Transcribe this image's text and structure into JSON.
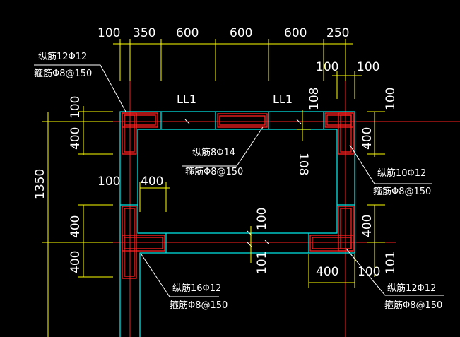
{
  "colors": {
    "background": "#000000",
    "wall": "#00e5e5",
    "rebar": "#ff2020",
    "axis": "#ff2020",
    "dimension": "#ffff00",
    "text": "#ffffff"
  },
  "top_dims": [
    "100",
    "350",
    "600",
    "600",
    "600",
    "250"
  ],
  "right_top_dims": [
    "100",
    "100"
  ],
  "beam_labels": [
    "LL1",
    "LL1"
  ],
  "left_dims": [
    "100",
    "400",
    "1350",
    "400",
    "400"
  ],
  "inner_dims": [
    "100",
    "400"
  ],
  "right_dims": [
    "100",
    "400",
    "400",
    "101"
  ],
  "center_dims": [
    "108",
    "100",
    "101"
  ],
  "bottom_dims": [
    "400",
    "100"
  ],
  "notes": {
    "top_left": {
      "long": "纵筋12Φ12",
      "stirrup": "箍筋Φ8@150"
    },
    "center": {
      "long": "纵筋8Φ14",
      "stirrup": "箍筋Φ8@150"
    },
    "right": {
      "long": "纵筋10Φ12",
      "stirrup": "箍筋Φ8@150"
    },
    "bottom_left": {
      "long": "纵筋16Φ12",
      "stirrup": "箍筋Φ8@150"
    },
    "bottom_right": {
      "long": "纵筋12Φ12",
      "stirrup": "箍筋Φ8@150"
    }
  }
}
